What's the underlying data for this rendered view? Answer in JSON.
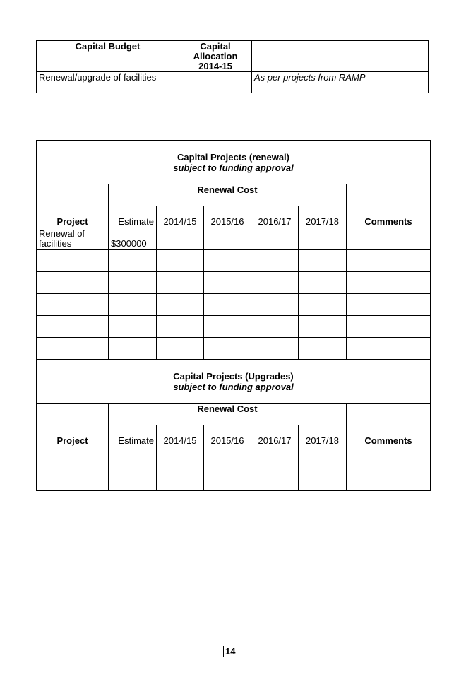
{
  "budget_table": {
    "headers": [
      "Capital Budget",
      "Capital Allocation 2014-15",
      ""
    ],
    "header_lines": [
      "Capital",
      "Allocation",
      "2014-15"
    ],
    "rows": [
      {
        "item": "Renewal/upgrade of facilities",
        "allocation": "",
        "note": "As per projects from RAMP"
      }
    ]
  },
  "renewal_section": {
    "title": "Capital Projects (renewal)",
    "subtitle": "subject to funding approval",
    "group_header": "Renewal Cost",
    "columns": [
      "Project",
      "Estimate",
      "2014/15",
      "2015/16",
      "2016/17",
      "2017/18",
      "Comments"
    ],
    "rows": [
      [
        "Renewal of facilities",
        "$300000",
        "",
        "",
        "",
        "",
        ""
      ],
      [
        "",
        "",
        "",
        "",
        "",
        "",
        ""
      ],
      [
        "",
        "",
        "",
        "",
        "",
        "",
        ""
      ],
      [
        "",
        "",
        "",
        "",
        "",
        "",
        ""
      ],
      [
        "",
        "",
        "",
        "",
        "",
        "",
        ""
      ],
      [
        "",
        "",
        "",
        "",
        "",
        "",
        ""
      ]
    ]
  },
  "upgrades_section": {
    "title": "Capital Projects (Upgrades)",
    "subtitle": "subject to funding approval",
    "group_header": "Renewal Cost",
    "columns": [
      "Project",
      "Estimate",
      "2014/15",
      "2015/16",
      "2016/17",
      "2017/18",
      "Comments"
    ],
    "rows": [
      [
        "",
        "",
        "",
        "",
        "",
        "",
        ""
      ],
      [
        "",
        "",
        "",
        "",
        "",
        "",
        ""
      ]
    ]
  },
  "page_number": "14"
}
